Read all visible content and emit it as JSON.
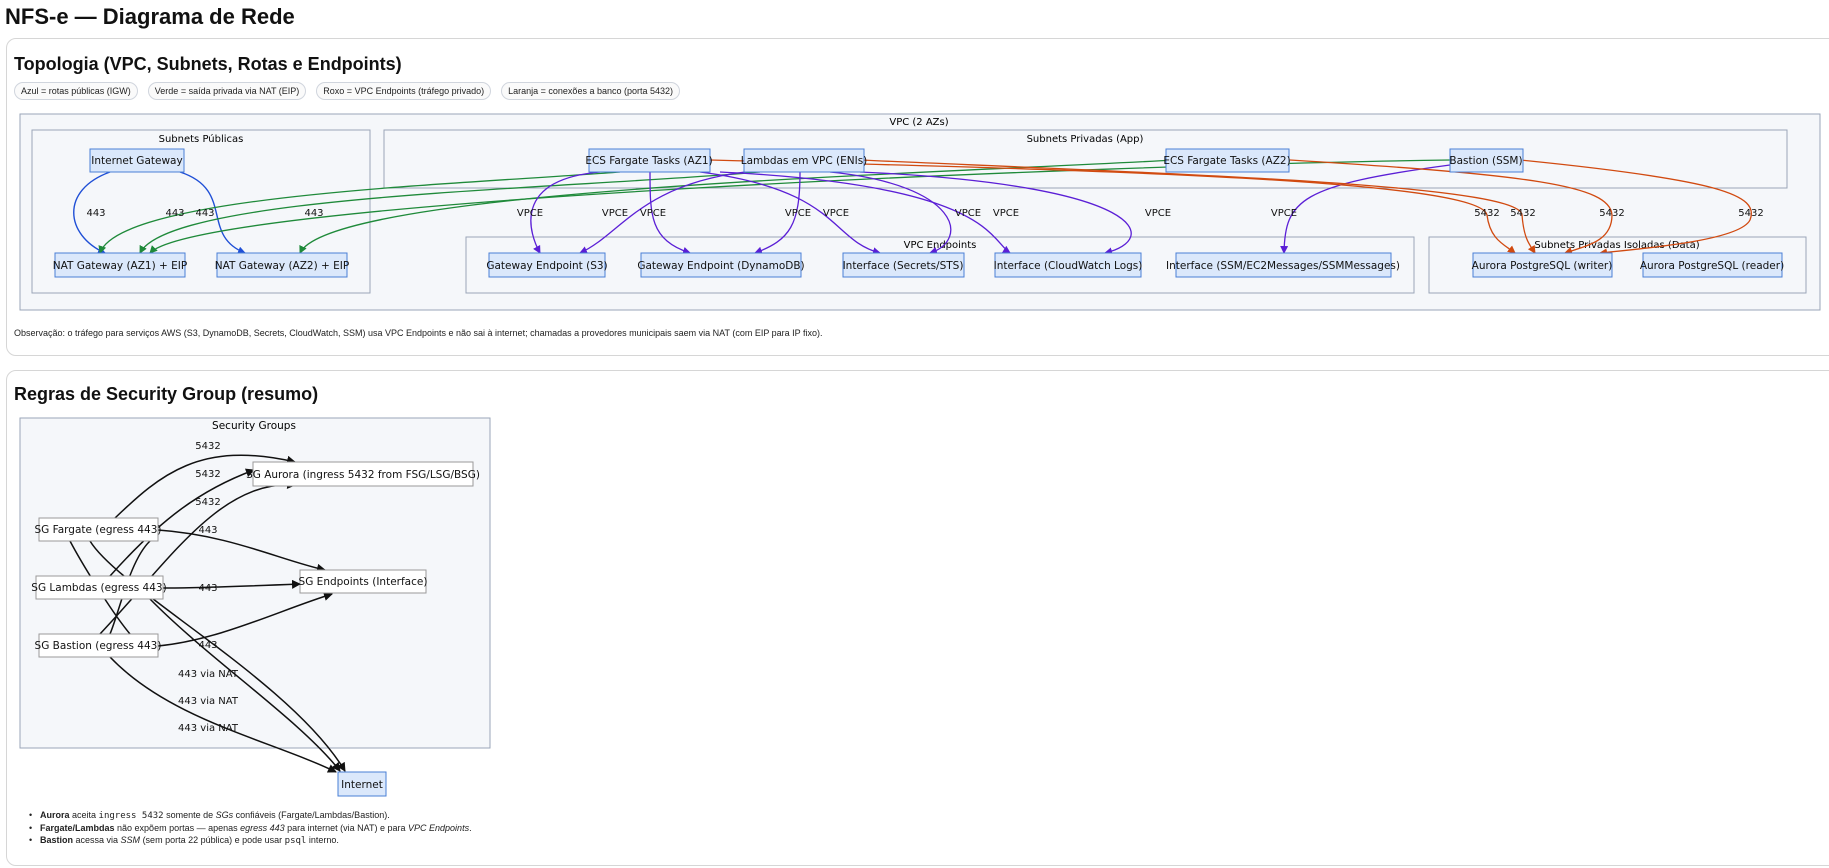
{
  "page_title": "NFS-e — Diagrama de Rede",
  "topology": {
    "title": "Topologia (VPC, Subnets, Rotas e Endpoints)",
    "legend": [
      "Azul = rotas públicas (IGW)",
      "Verde = saída privada via NAT (EIP)",
      "Roxo = VPC Endpoints (tráfego privado)",
      "Laranja = conexões a banco (porta 5432)"
    ],
    "groups": {
      "vpc": "VPC (2 AZs)",
      "public": "Subnets Públicas",
      "private_app": "Subnets Privadas (App)",
      "endpoints": "VPC Endpoints",
      "data": "Subnets Privadas Isoladas (Data)"
    },
    "nodes": {
      "igw": "Internet Gateway",
      "nat1": "NAT Gateway (AZ1) + EIP",
      "nat2": "NAT Gateway (AZ2) + EIP",
      "ecs1": "ECS Fargate Tasks (AZ1)",
      "lambda": "Lambdas em VPC (ENIs)",
      "ecs2": "ECS Fargate Tasks (AZ2)",
      "bastion": "Bastion (SSM)",
      "gw_s3": "Gateway Endpoint (S3)",
      "gw_ddb": "Gateway Endpoint (DynamoDB)",
      "if_sec": "Interface (Secrets/STS)",
      "if_cw": "Interface (CloudWatch Logs)",
      "if_ssm": "Interface (SSM/EC2Messages/SSMMessages)",
      "aurora_w": "Aurora PostgreSQL (writer)",
      "aurora_r": "Aurora PostgreSQL (reader)"
    },
    "edge_labels": {
      "https": "443",
      "vpce": "VPCE",
      "db": "5432"
    },
    "colors": {
      "public": "#1f4fd6",
      "nat": "#1f8a3a",
      "endpoint": "#5b1fd6",
      "db": "#d14a10"
    },
    "note": "Observação: o tráfego para serviços AWS (S3, DynamoDB, Secrets, CloudWatch, SSM) usa VPC Endpoints e não sai à internet; chamadas a provedores municipais saem via NAT (com EIP para IP fixo)."
  },
  "security": {
    "title": "Regras de Security Group (resumo)",
    "group_label": "Security Groups",
    "nodes": {
      "aurora": "SG Aurora (ingress 5432 from FSG/LSG/BSG)",
      "fargate": "SG Fargate (egress 443)",
      "lambdas": "SG Lambdas (egress 443)",
      "bastion": "SG Bastion (egress 443)",
      "endpoints": "SG Endpoints (Interface)",
      "internet": "Internet"
    },
    "edge_labels": {
      "db": "5432",
      "https": "443",
      "nat": "443 via NAT"
    },
    "bullets": [
      {
        "b": "Aurora",
        "t1": " aceita ",
        "code": "ingress 5432",
        "t2": " somente de ",
        "em": "SGs",
        "t3": " confiáveis (Fargate/Lambdas/Bastion)."
      },
      {
        "b": "Fargate/Lambdas",
        "t1": " não expõem portas — apenas ",
        "em": "egress 443",
        "t2": " para internet (via NAT) e para ",
        "em2": "VPC Endpoints",
        "t3": "."
      },
      {
        "b": "Bastion",
        "t1": " acessa via ",
        "em": "SSM",
        "t2": " (sem porta 22 pública) e pode usar ",
        "code": "psql",
        "t3": " interno."
      }
    ]
  }
}
